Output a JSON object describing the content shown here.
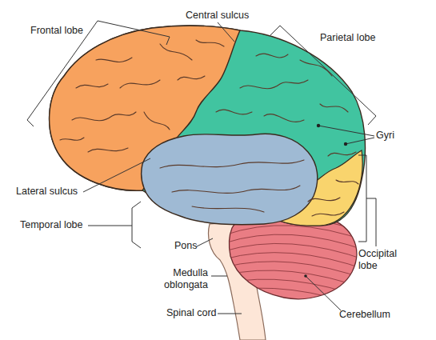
{
  "diagram": {
    "labels": [
      "Frontal lobe",
      "Central sulcus",
      "Parietal lobe",
      "Gyri",
      "Lateral sulcus",
      "Temporal lobe",
      "Pons",
      "Medulla oblongata",
      "Spinal cord",
      "Occipital lobe",
      "Cerebellum"
    ]
  }
}
